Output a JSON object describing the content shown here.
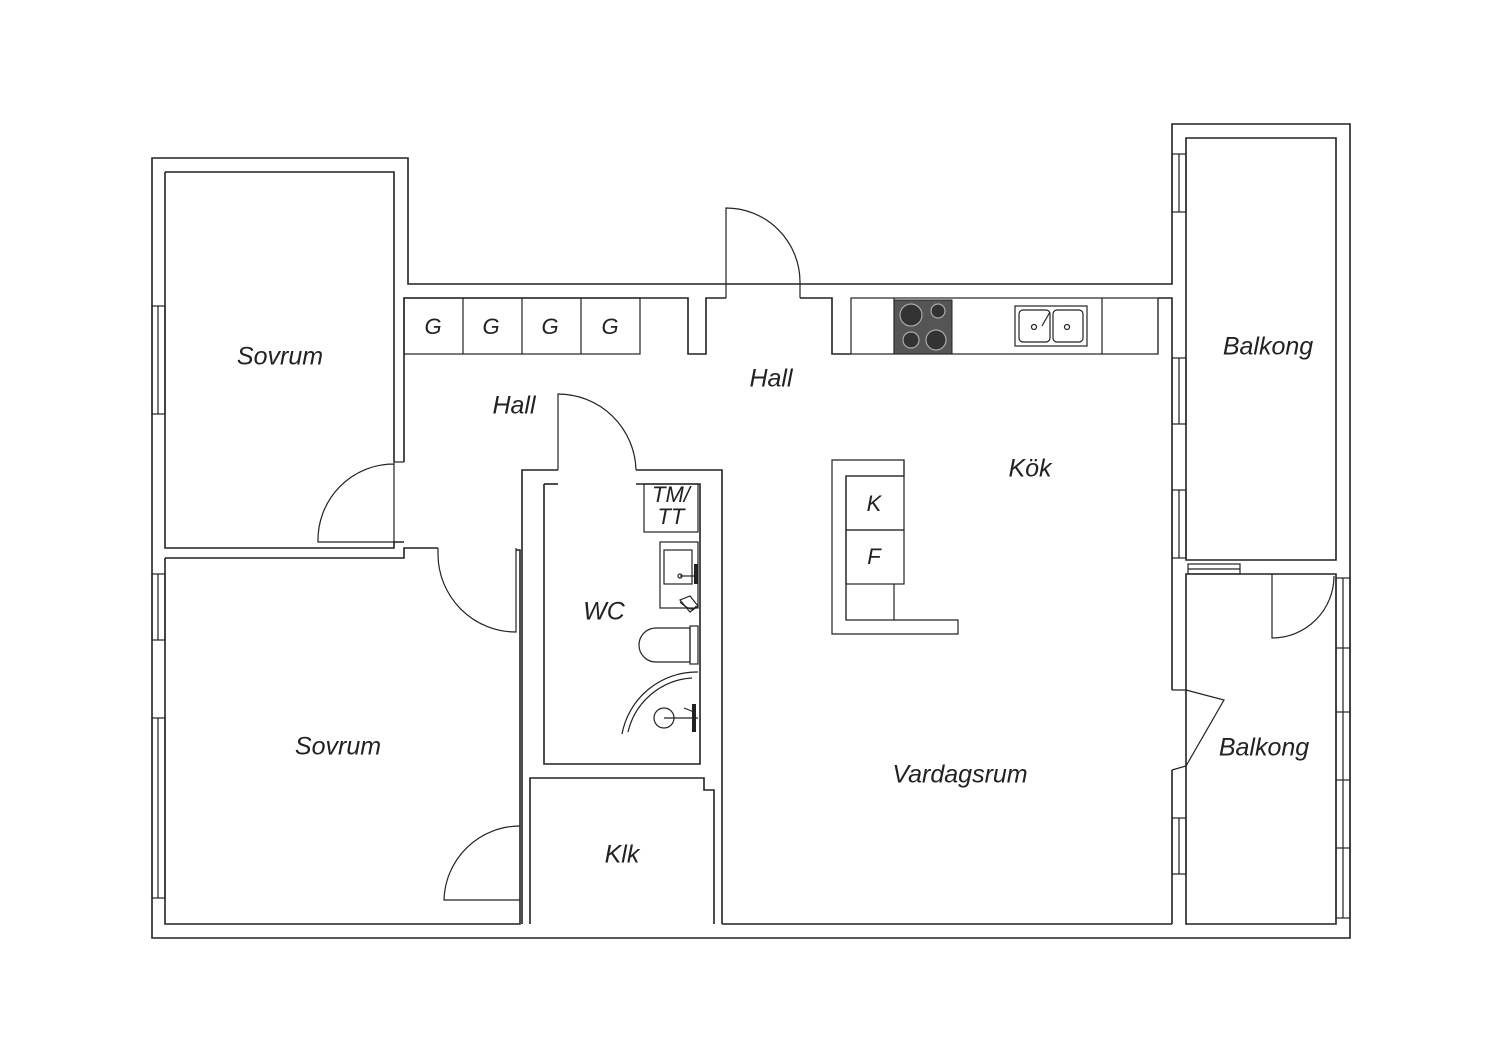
{
  "rooms": {
    "sovrum_top": "Sovrum",
    "sovrum_bottom": "Sovrum",
    "hall_left": "Hall",
    "hall_center": "Hall",
    "wc": "WC",
    "tm_tt_line1": "TM/",
    "tm_tt_line2": "TT",
    "klk": "Klk",
    "kok": "Kök",
    "vardagsrum": "Vardagsrum",
    "balkong_top": "Balkong",
    "balkong_bottom": "Balkong"
  },
  "wardrobes": [
    "G",
    "G",
    "G",
    "G"
  ],
  "kitchen_appliances": {
    "fridge": "K",
    "freezer": "F"
  },
  "colors": {
    "line": "#222222",
    "background": "#ffffff",
    "stove": "#555555"
  }
}
